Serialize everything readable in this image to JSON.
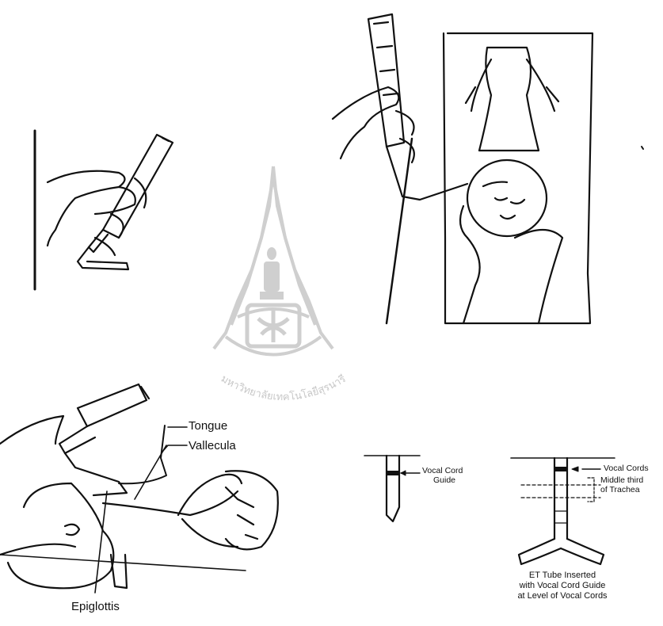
{
  "figure": {
    "labels": {
      "tongue": "Tongue",
      "vallecula": "Vallecula",
      "epiglottis": "Epiglottis"
    },
    "tube_diagram": {
      "vocal_cord_guide": [
        "Vocal Cord",
        "Guide"
      ],
      "vocal_cords": "Vocal Cords",
      "middle_third": [
        "Middle third",
        "of Trachea"
      ],
      "caption": [
        "ET Tube Inserted",
        "with Vocal Cord Guide",
        "at Level of Vocal Cords"
      ]
    },
    "watermark": {
      "text": "มหาวิทยาลัยเทคโนโลยีสุรนารี",
      "color": "#c8c8c8"
    },
    "icons": [
      "laryngoscope-icon",
      "infant-icon",
      "hand-icon",
      "university-seal-icon"
    ]
  }
}
